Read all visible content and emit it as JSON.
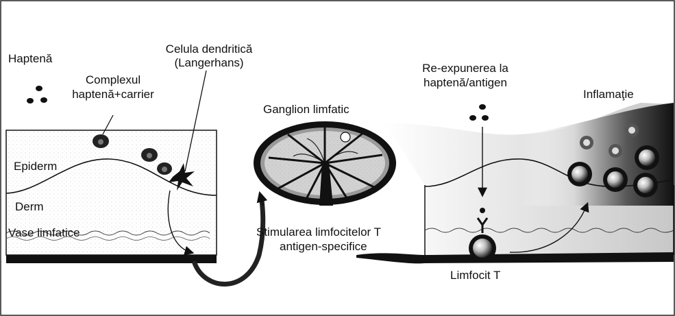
{
  "labels": {
    "hapten": "Haptenă",
    "complex_line1": "Complexul",
    "complex_line2": "haptenă+carrier",
    "dendritic_line1": "Celula dendritică",
    "dendritic_line2": "(Langerhans)",
    "lymph_node": "Ganglion limfatic",
    "reexposure_line1": "Re-expunerea la",
    "reexposure_line2": "haptenă/antigen",
    "inflammation": "Inflamaţie",
    "epidermis": "Epiderm",
    "dermis": "Derm",
    "lymph_vessels": "Vase limfatice",
    "stimulation_line1": "Stimularea limfocitelor T",
    "stimulation_line2": "antigen-specifice",
    "t_lymphocyte": "Limfocit T"
  }
}
